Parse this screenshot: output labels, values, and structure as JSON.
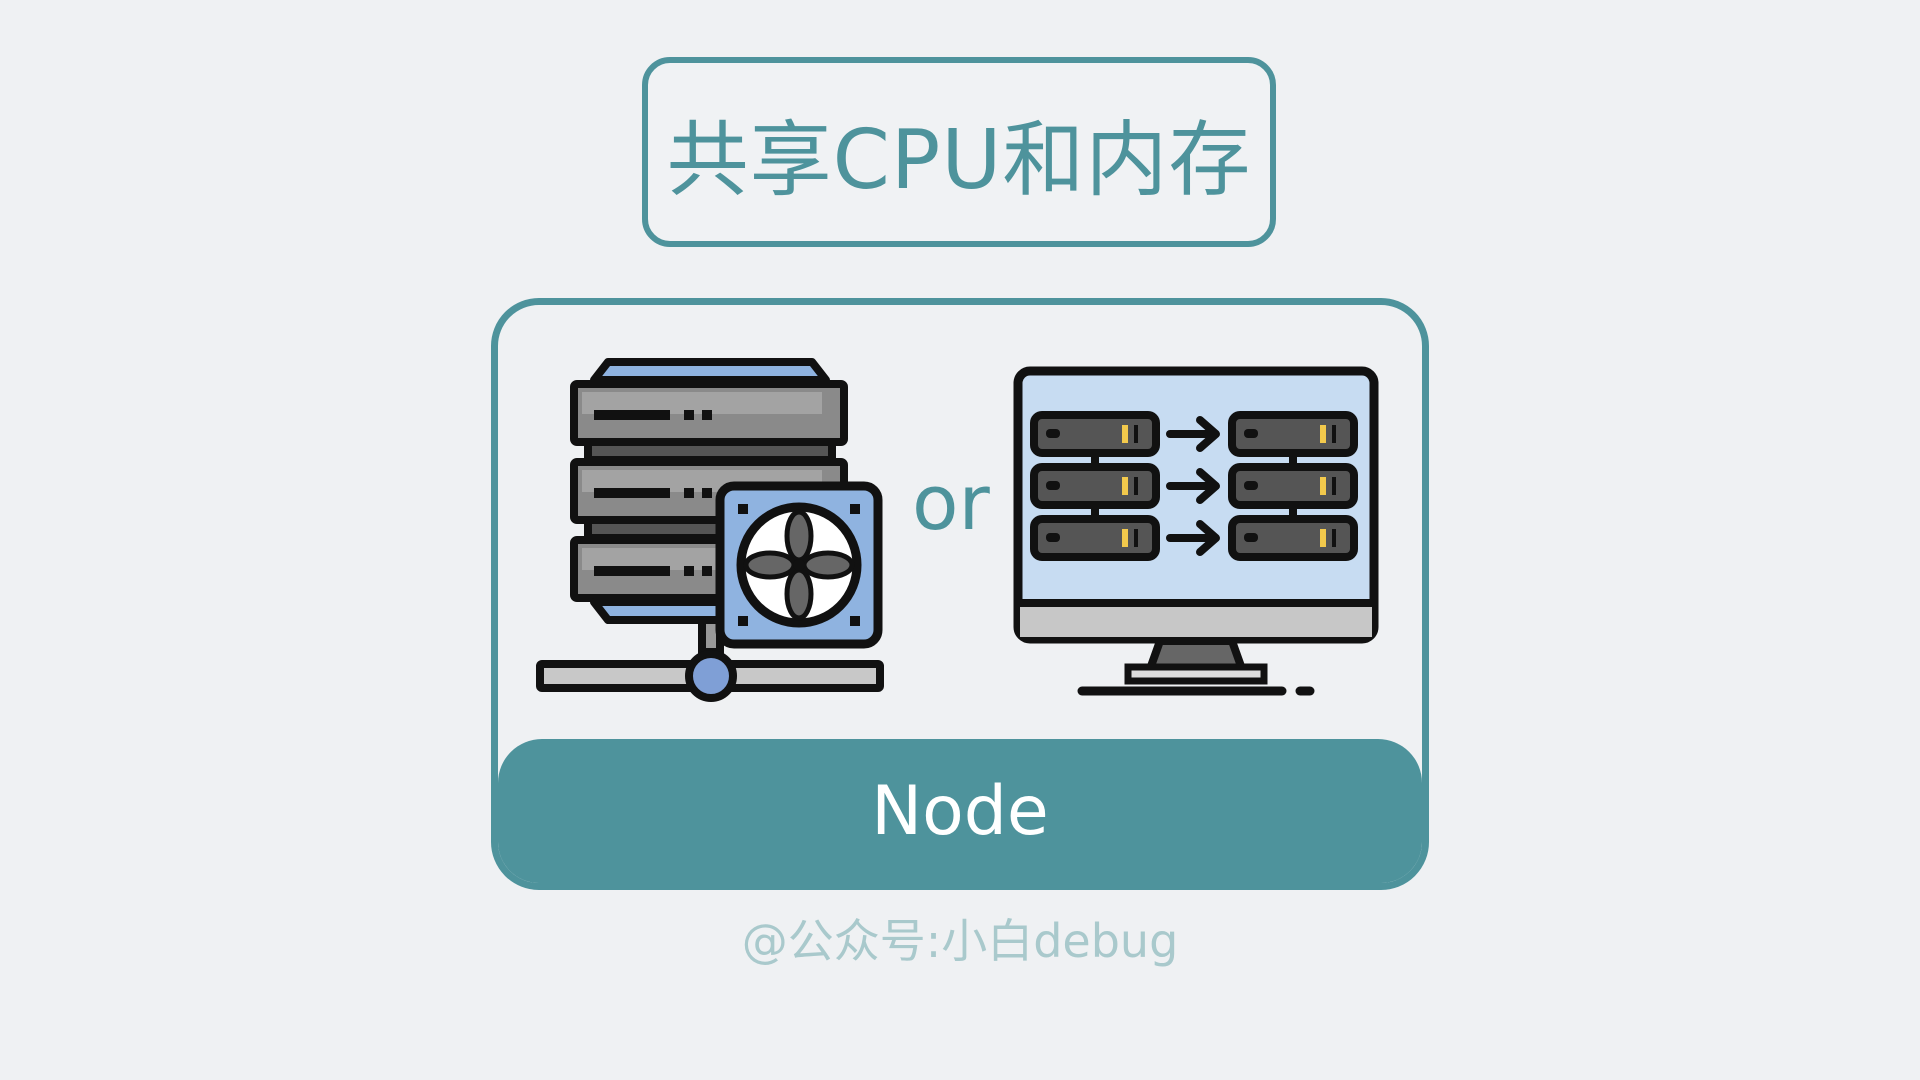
{
  "title": "共享CPU和内存",
  "connector": "or",
  "node": {
    "label": "Node"
  },
  "watermark": "@公众号:小白debug",
  "icons": [
    "server-rack-fan-icon",
    "monitor-servers-icon"
  ],
  "colors": {
    "accent": "#4e939c",
    "background": "#eff1f3",
    "watermark": "#a9c9cc"
  }
}
